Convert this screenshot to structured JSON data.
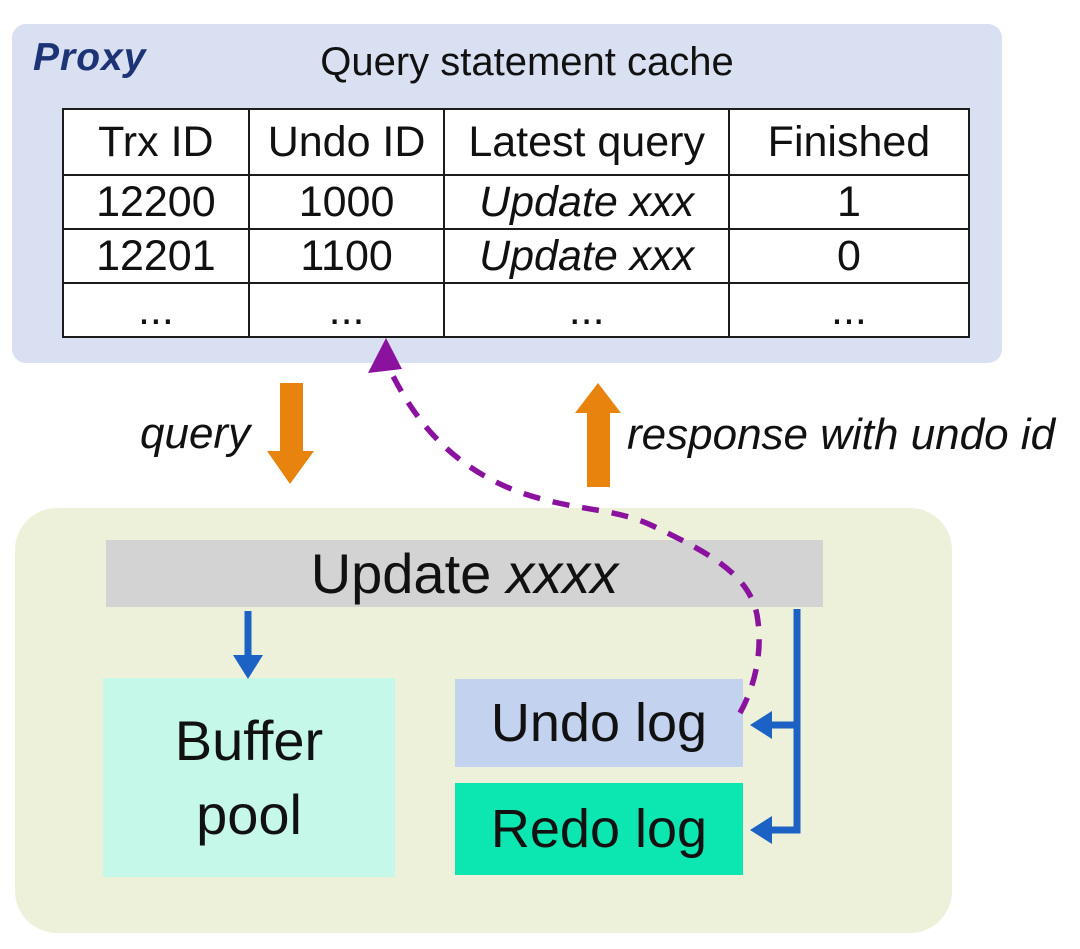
{
  "colors": {
    "panel_top_bg": "#d9e0f1",
    "panel_bottom_bg": "#edf1d9",
    "statement_bar_bg": "#d3d3d3",
    "buffer_pool_bg": "#c6f8e9",
    "undo_log_bg": "#c3d2ef",
    "redo_log_bg": "#0ce6b0",
    "arrow_orange": "#e8830e",
    "arrow_blue": "#1b62c4",
    "arrow_purple": "#8a129f",
    "proxy_label_color": "#1c3376",
    "table_border": "#1c1c1c"
  },
  "proxy_panel": {
    "label": "Proxy",
    "title": "Query statement cache",
    "table": {
      "headers": [
        "Trx ID",
        "Undo ID",
        "Latest query",
        "Finished"
      ],
      "rows": [
        [
          "12200",
          "1000",
          "Update xxx",
          "1"
        ],
        [
          "12201",
          "1100",
          "Update xxx",
          "0"
        ],
        [
          "...",
          "...",
          "...",
          "..."
        ]
      ],
      "italic_column": 2
    }
  },
  "flow": {
    "query_label": "query",
    "response_label": "response with undo id"
  },
  "engine_panel": {
    "update_statement": {
      "prefix": "Update",
      "suffix": "xxxx"
    },
    "buffer_pool_lines": [
      "Buffer",
      "pool"
    ],
    "undo_log": "Undo log",
    "redo_log": "Redo log"
  },
  "connectors": {
    "query_arrow": "orange-down-arrow",
    "response_arrow": "orange-up-arrow",
    "update_to_buffer": "blue-down-arrow",
    "update_to_undo_log": "blue-elbow-left-arrow",
    "update_to_redo_log": "blue-elbow-left-arrow",
    "undo_to_cache": "purple-dashed-curve-up-arrow"
  }
}
